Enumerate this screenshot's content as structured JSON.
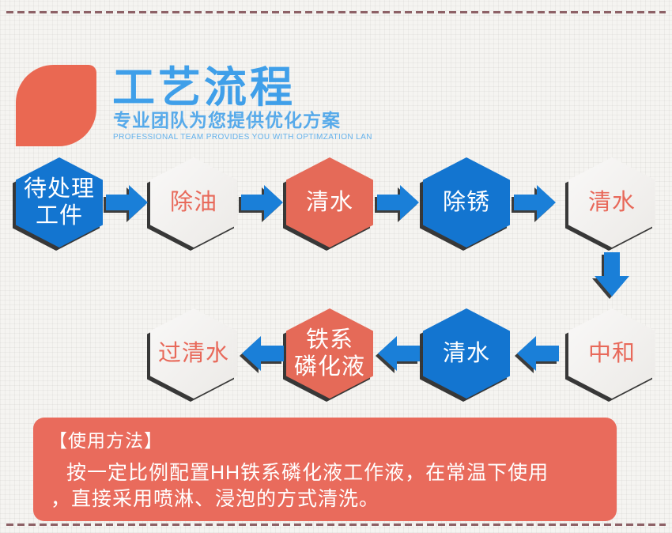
{
  "page": {
    "background_color": "#f5f4f1",
    "dash_border_color": "#8d6166"
  },
  "header": {
    "accent_shape_color": "#ea6852",
    "title": "工艺流程",
    "title_color": "#3f9fe9",
    "subtitle": "专业团队为您提供优化方案",
    "subtitle_en": "PROFESSIONAL TEAM PROVIDES YOU WITH OPTIMZATION LAN",
    "subtitle_color": "#57aaea"
  },
  "flow": {
    "colors": {
      "blue_node": "#1375d0",
      "red_node": "#e56a58",
      "gray_node": "#f1f0ee",
      "gray_node_text": "#e8695a",
      "arrow": "#1a7fd8"
    },
    "row1": [
      {
        "variant": "blue",
        "lines": [
          "待处理",
          "工件"
        ]
      },
      {
        "variant": "gray",
        "lines": [
          "除油"
        ]
      },
      {
        "variant": "red",
        "lines": [
          "清水"
        ]
      },
      {
        "variant": "blue",
        "lines": [
          "除锈"
        ]
      },
      {
        "variant": "gray",
        "lines": [
          "清水"
        ]
      }
    ],
    "row2": [
      {
        "variant": "gray",
        "lines": [
          "过清水"
        ]
      },
      {
        "variant": "red",
        "lines": [
          "铁系",
          "磷化液"
        ]
      },
      {
        "variant": "blue",
        "lines": [
          "清水"
        ]
      },
      {
        "variant": "gray",
        "lines": [
          "中和"
        ]
      }
    ]
  },
  "usage": {
    "box_color": "#e96b5c",
    "heading": "【使用方法】",
    "line1": "按一定比例配置HH铁系磷化液工作液，在常温下使用",
    "line2": "，直接采用喷淋、浸泡的方式清洗。"
  }
}
